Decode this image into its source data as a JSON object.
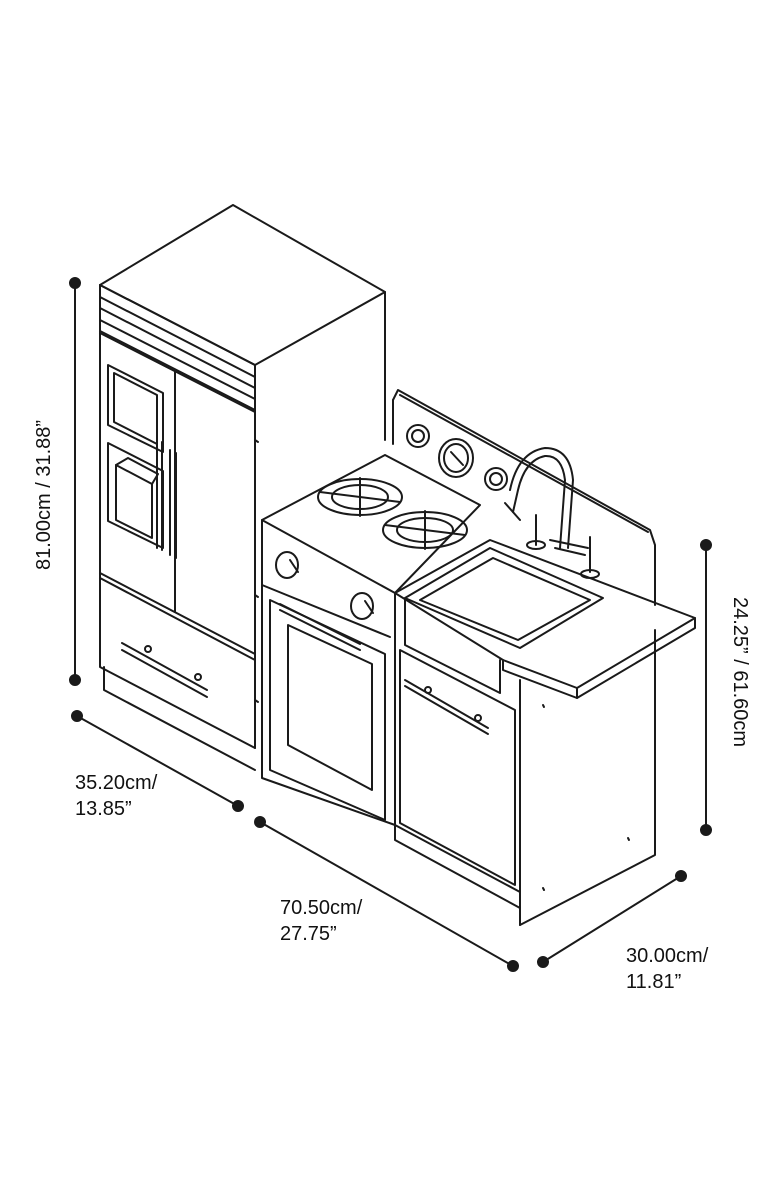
{
  "dimensions": {
    "height_total": "81.00cm / 31.88”",
    "height_counter": "24.25” / 61.60cm",
    "depth_fridge": {
      "line1": "35.20cm/",
      "line2": "13.85”"
    },
    "width_total": {
      "line1": "70.50cm/",
      "line2": "27.75”"
    },
    "depth_counter": {
      "line1": "30.00cm/",
      "line2": "11.81”"
    }
  },
  "colors": {
    "line": "#1a1a1a",
    "background": "#ffffff"
  }
}
